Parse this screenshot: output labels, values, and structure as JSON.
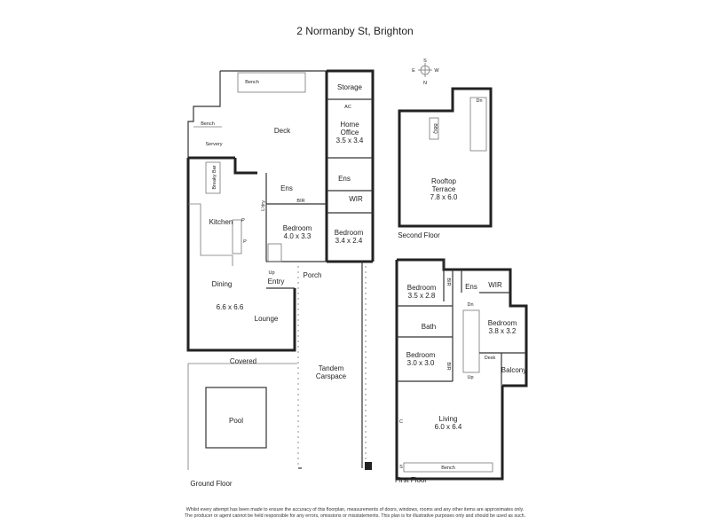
{
  "title": "2 Normanby St, Brighton",
  "compass": {
    "s": "S",
    "e": "E",
    "w": "W",
    "n": "N"
  },
  "ground_floor": {
    "label": "Ground Floor",
    "rooms": {
      "bench_top": "Bench",
      "bench_left": "Bench",
      "servery": "Servery",
      "deck": "Deck",
      "storage": "Storage",
      "ac": "AC",
      "home_office": "Home",
      "home_office2": "Office",
      "home_office_size": "3.5 x 3.4",
      "breaky_bar": "Breaky Bar",
      "ens_mid": "Ens",
      "bir": "BIR",
      "ldry": "L'dry",
      "ens_right": "Ens",
      "wir": "WIR",
      "kitchen": "Kitchen",
      "p1": "P",
      "p2": "P",
      "bed1": "Bedroom",
      "bed1_size": "4.0 x 3.3",
      "bed2": "Bedroom",
      "bed2_size": "3.4 x 2.4",
      "up": "Up",
      "entry": "Entry",
      "porch": "Porch",
      "dining": "Dining",
      "dining_size": "6.6 x 6.6",
      "lounge": "Lounge",
      "covered": "Covered",
      "tandem": "Tandem",
      "carspace": "Carspace",
      "pool": "Pool"
    }
  },
  "second_floor": {
    "label": "Second Floor",
    "dn": "Dn",
    "bbq": "BBQ",
    "terrace": "Rooftop",
    "terrace2": "Terrace",
    "terrace_size": "7.8 x 6.0"
  },
  "first_floor": {
    "label": "First Floor",
    "rooms": {
      "bed1": "Bedroom",
      "bed1_size": "3.5 x 2.8",
      "bir1": "BIR",
      "ens": "Ens",
      "wir": "WIR",
      "dn": "Dn",
      "bath": "Bath",
      "bed2": "Bedroom",
      "bed2_size": "3.8 x 3.2",
      "bed3": "Bedroom",
      "bed3_size": "3.0 x 3.0",
      "bir2": "BIR",
      "desk": "Desk",
      "balcony": "Balcony",
      "up": "Up",
      "living": "Living",
      "living_size": "6.0 x 6.4",
      "c": "C",
      "s": "S",
      "bench": "Bench"
    }
  },
  "disclaimer": {
    "line1": "Whilst every attempt has been made to ensure the accuracy of this floorplan, measurements of doors, windows, rooms and any other items are approximates only.",
    "line2": "The producer or agent cannot be held responsible for any errors, omissions or misstatements. This plan is for illustrative purposes only and should be used as such."
  }
}
